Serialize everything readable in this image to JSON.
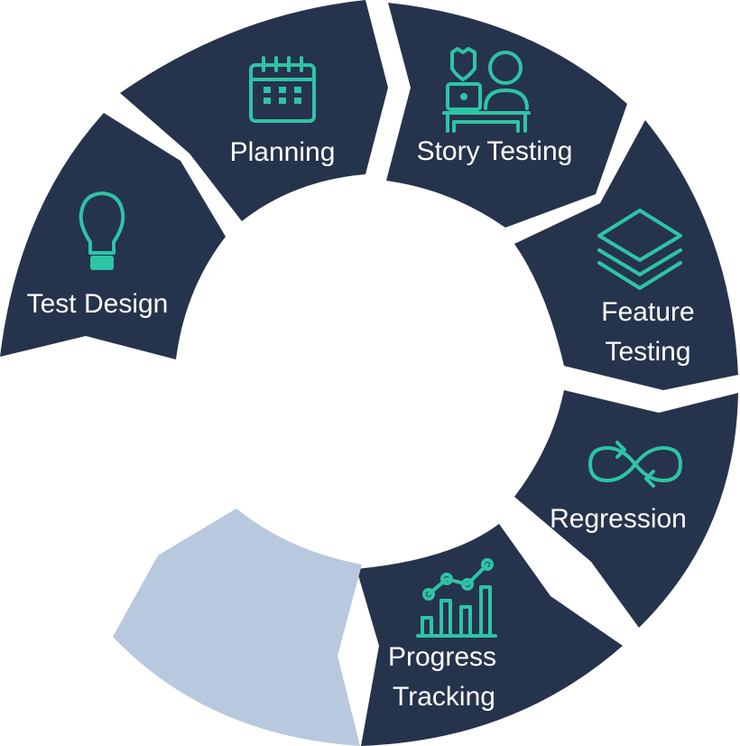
{
  "diagram": {
    "type": "cycle",
    "colors": {
      "segment": "#26334c",
      "placeholder": "#b8c8de",
      "icon": "#2ec4a6",
      "text": "#ffffff"
    },
    "stages": [
      {
        "label": "Test Design",
        "icon": "lightbulb-icon"
      },
      {
        "label": "Planning",
        "icon": "calendar-icon"
      },
      {
        "label": "Story Testing",
        "icon": "tester-at-laptop-icon"
      },
      {
        "label_line1": "Feature",
        "label_line2": "Testing",
        "icon": "layers-icon"
      },
      {
        "label": "Regression",
        "icon": "infinity-loop-icon"
      },
      {
        "label_line1": "Progress",
        "label_line2": "Tracking",
        "icon": "chart-icon"
      }
    ]
  }
}
